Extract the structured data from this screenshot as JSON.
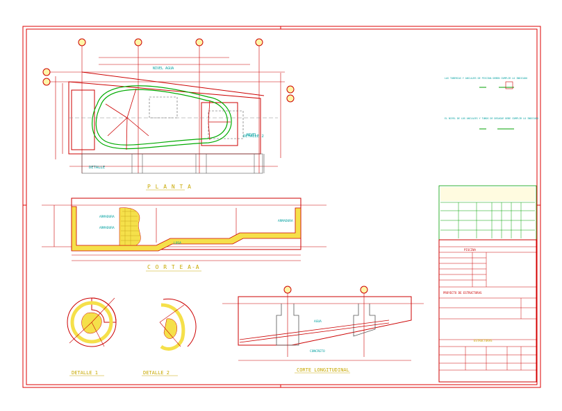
{
  "drawing": {
    "views": {
      "plan_label": "P L A N T A",
      "section_aa_label": "C O R T E   A-A",
      "detail_1_label": "DETALLE  1",
      "detail_2_label": "DETALLE  2",
      "section_long_label": "CORTE  LONGITUDINAL",
      "plan_callout_a": "DETALLE",
      "plan_callout_b": "DETALLE 2"
    },
    "notes": {
      "note_1_title": "LAS TUBERIAS Y ANCLAJES DE PISCINA DEBEN CUMPLIR LO INDICADO",
      "note_2_title": "EL NIVEL DE LOS ANCLAJES Y TUBOS DE DESAGUE DEBE CUMPLIR LO INDICADO"
    },
    "title_block": {
      "project_title": "PROYECTO DE ESTRUCTURAS",
      "company": "ESTRUCTURAS",
      "drawing_title": "PISCINA"
    },
    "colors": {
      "frame": "#dd0000",
      "pool_outline": "#00aa00",
      "dimension": "#cc0000",
      "fill": "#f5e04a",
      "annotation": "#00a0a0",
      "title_text": "#c8a800"
    }
  }
}
